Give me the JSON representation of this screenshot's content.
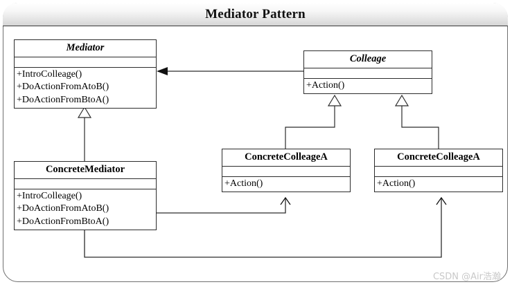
{
  "diagram": {
    "title": "Mediator Pattern",
    "watermark": "CSDN @Air浩瀚",
    "classes": {
      "mediator": {
        "name": "Mediator",
        "stereotype": "abstract",
        "attributes": [],
        "operations": [
          "+IntroColleage()",
          "+DoActionFromAtoB()",
          "+DoActionFromBtoA()"
        ]
      },
      "concrete_mediator": {
        "name": "ConcreteMediator",
        "stereotype": "concrete",
        "attributes": [],
        "operations": [
          "+IntroColleage()",
          "+DoActionFromAtoB()",
          "+DoActionFromBtoA()"
        ]
      },
      "colleage": {
        "name": "Colleage",
        "stereotype": "abstract",
        "attributes": [],
        "operations": [
          "+Action()"
        ]
      },
      "concrete_colleage_a": {
        "name": "ConcreteColleageA",
        "stereotype": "concrete",
        "attributes": [],
        "operations": [
          "+Action()"
        ]
      },
      "concrete_colleage_b": {
        "name": "ConcreteColleageA",
        "stereotype": "concrete",
        "attributes": [],
        "operations": [
          "+Action()"
        ]
      }
    },
    "relationships": [
      {
        "type": "association",
        "from": "colleage",
        "to": "mediator",
        "arrow": "filled"
      },
      {
        "type": "generalization",
        "from": "concrete_mediator",
        "to": "mediator",
        "arrow": "hollow-triangle"
      },
      {
        "type": "generalization",
        "from": "concrete_colleage_a",
        "to": "colleage",
        "arrow": "hollow-triangle"
      },
      {
        "type": "generalization",
        "from": "concrete_colleage_b",
        "to": "colleage",
        "arrow": "hollow-triangle"
      },
      {
        "type": "association",
        "from": "concrete_mediator",
        "to": "concrete_colleage_a",
        "arrow": "open"
      },
      {
        "type": "association",
        "from": "concrete_mediator",
        "to": "concrete_colleage_b",
        "arrow": "open"
      }
    ],
    "colors": {
      "line": "#2b2b2b",
      "frame_border": "#6f6f6f",
      "box_fill": "#ffffff",
      "title_text": "#111111",
      "watermark_text": "#c9c9c9"
    }
  }
}
